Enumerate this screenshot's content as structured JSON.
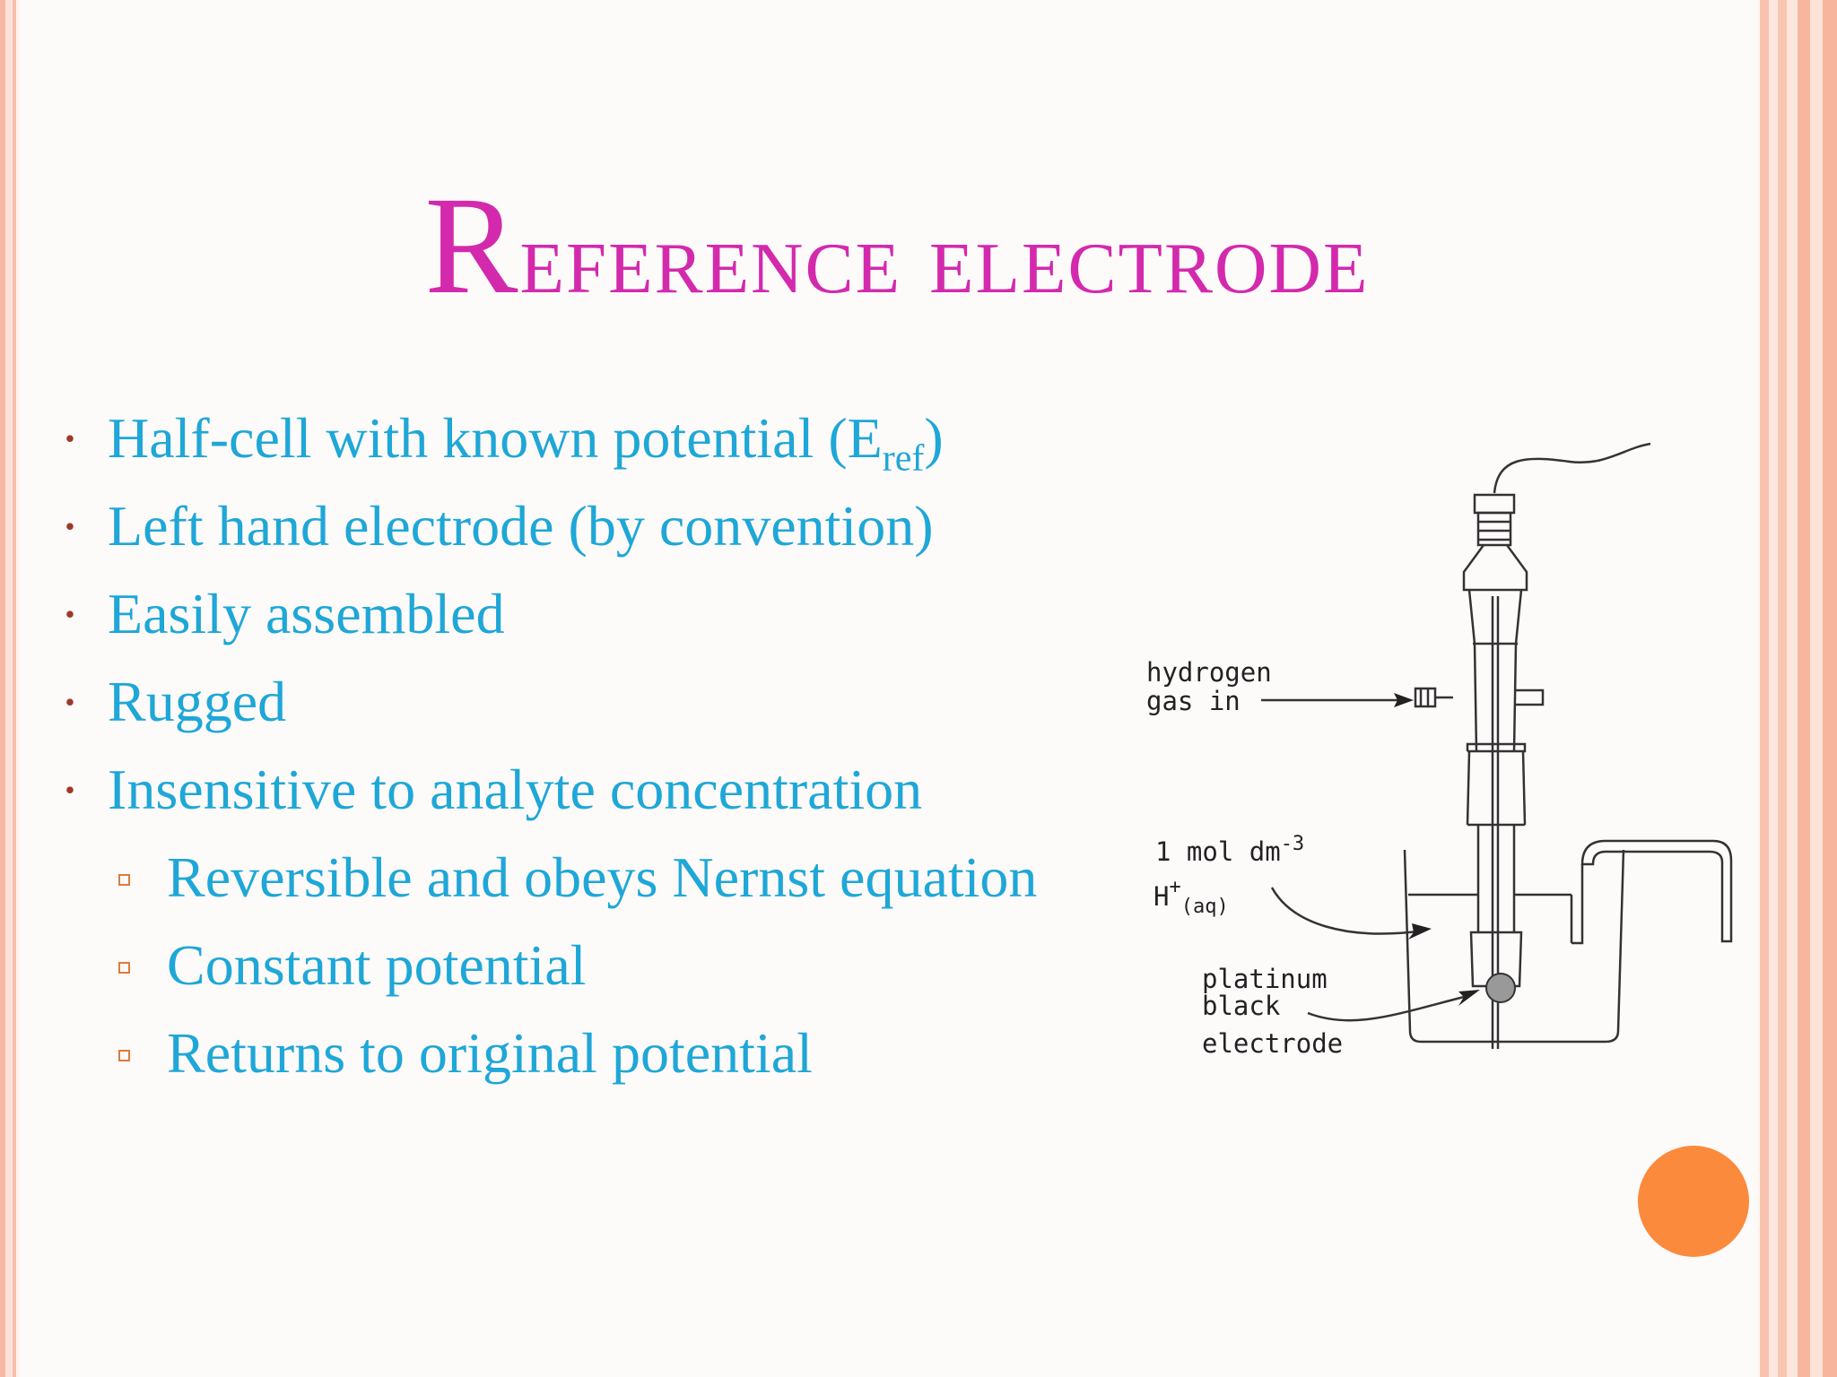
{
  "slide": {
    "title_first": "R",
    "title_rest": "eference electrode",
    "bullets": [
      {
        "text": "Half-cell with known potential (E",
        "sub": "ref",
        "after": ")"
      },
      {
        "text": "Left hand electrode (by convention)"
      },
      {
        "text": "Easily assembled"
      },
      {
        "text": "Rugged"
      },
      {
        "text": "Insensitive to analyte concentration"
      }
    ],
    "sub_bullets": [
      {
        "text": "Reversible and obeys Nernst equation"
      },
      {
        "text": "Constant potential"
      },
      {
        "text": "Returns to original potential"
      }
    ]
  },
  "diagram": {
    "labels": {
      "hydrogen": "hydrogen",
      "gas_in": "gas in",
      "conc": "1 mol dm",
      "conc_exp": "-3",
      "ion": "H",
      "ion_charge": "+",
      "ion_state": "(aq)",
      "platinum": "platinum",
      "black": "black",
      "electrode": "electrode"
    }
  },
  "colors": {
    "title": "#d32aad",
    "body_text": "#1ea7d7",
    "bullet": "#9b3b2a",
    "sub_bullet": "#e07a3a",
    "accent_circle": "#fb8a3c",
    "border": "#f6b8a2"
  }
}
